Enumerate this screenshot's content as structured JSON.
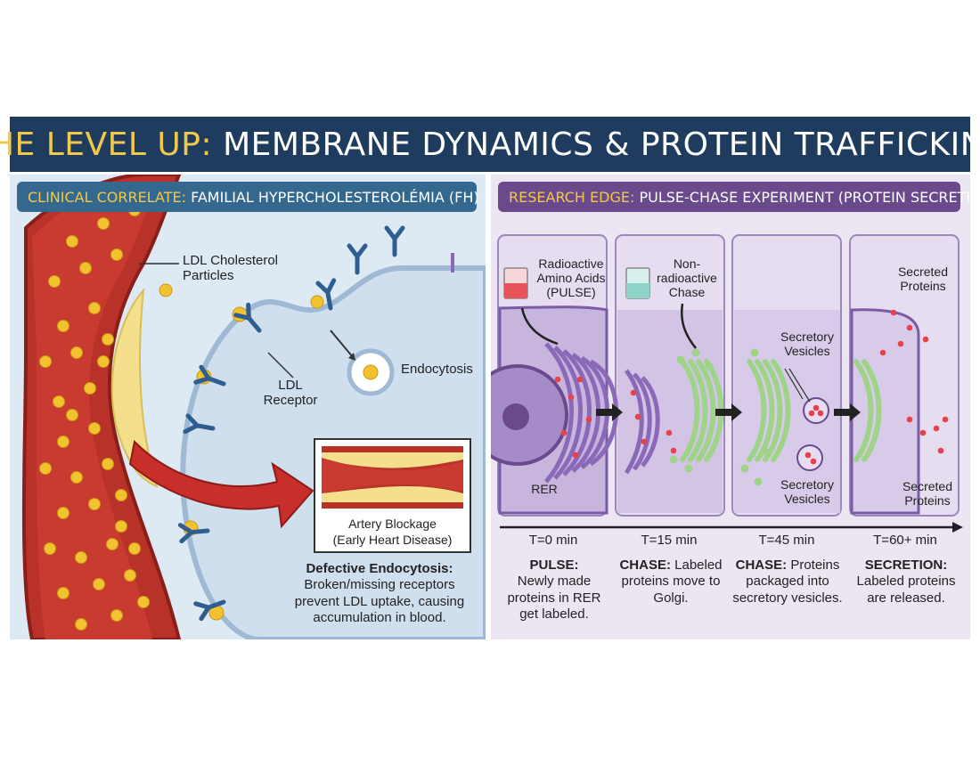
{
  "title": {
    "highlight": "THE LEVEL UP:",
    "rest": "MEMBRANE DYNAMICS & PROTEIN TRAFFICKING"
  },
  "left_panel": {
    "header": {
      "highlight": "CLINICAL CORRELATE:",
      "rest": "FAMILIAL HYPERCHOLESTEROLÉMIA (FH)"
    },
    "labels": {
      "ldl_particles": "LDL Cholesterol Particles",
      "ldl_receptor": "LDL Receptor",
      "endocytosis": "Endocytosis",
      "blockage_title": "Artery Blockage",
      "blockage_sub": "(Early Heart Disease)"
    },
    "caption": {
      "heading": "Defective Endocytosis:",
      "body": "Broken/missing receptors prevent LDL uptake, causing accumulation in blood."
    }
  },
  "right_panel": {
    "header": {
      "highlight": "RESEARCH EDGE:",
      "rest": "PULSE-CHASE EXPERIMENT (PROTEIN SECRETION)"
    },
    "labels": {
      "radioactive": "Radioactive Amino Acids (PULSE)",
      "nonradioactive": "Non-radioactive Chase",
      "rer": "RER",
      "secretory_vesicles_top": "Secretory Vesicles",
      "secretory_vesicles_bottom": "Secretory Vesicles",
      "secreted_top": "Secreted Proteins",
      "secreted_bottom": "Secreted Proteins"
    },
    "stages": [
      {
        "time": "T=0 min",
        "heading": "PULSE:",
        "body": "Newly made proteins in RER get labeled."
      },
      {
        "time": "T=15 min",
        "heading": "CHASE:",
        "body": "Labeled proteins move to Golgi."
      },
      {
        "time": "T=45 min",
        "heading": "CHASE:",
        "body": "Proteins packaged into secretory vesicles."
      },
      {
        "time": "T=60+ min",
        "heading": "SECRETION:",
        "body": "Labeled proteins are released."
      }
    ]
  },
  "colors": {
    "banner": "#1f3c5f",
    "highlight": "#f2c84b",
    "left_header": "#34688f",
    "right_header": "#6a4a8c",
    "artery": "#b8322a",
    "ldl": "#f2c230",
    "receptor": "#2f5d8f",
    "golgi": "#9fd38a",
    "label_dot": "#e8414b"
  }
}
